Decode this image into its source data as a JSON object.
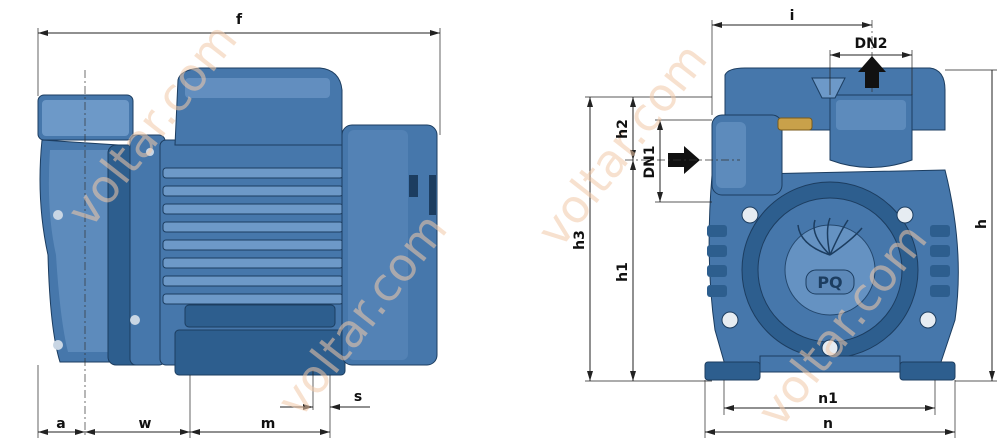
{
  "labels": {
    "f": "f",
    "a": "a",
    "w": "w",
    "m": "m",
    "s": "s",
    "i": "i",
    "dn2": "DN2",
    "dn1": "DN1",
    "h": "h",
    "h1": "h1",
    "h2": "h2",
    "h3": "h3",
    "n": "n",
    "n1": "n1"
  },
  "logo": {
    "text": "PQ"
  },
  "watermark": {
    "text": "voltar.com"
  },
  "colors": {
    "pump_dark": "#2d5e8e",
    "pump_mid": "#4677ab",
    "pump_light": "#6d99c8",
    "arrow": "#111111"
  }
}
